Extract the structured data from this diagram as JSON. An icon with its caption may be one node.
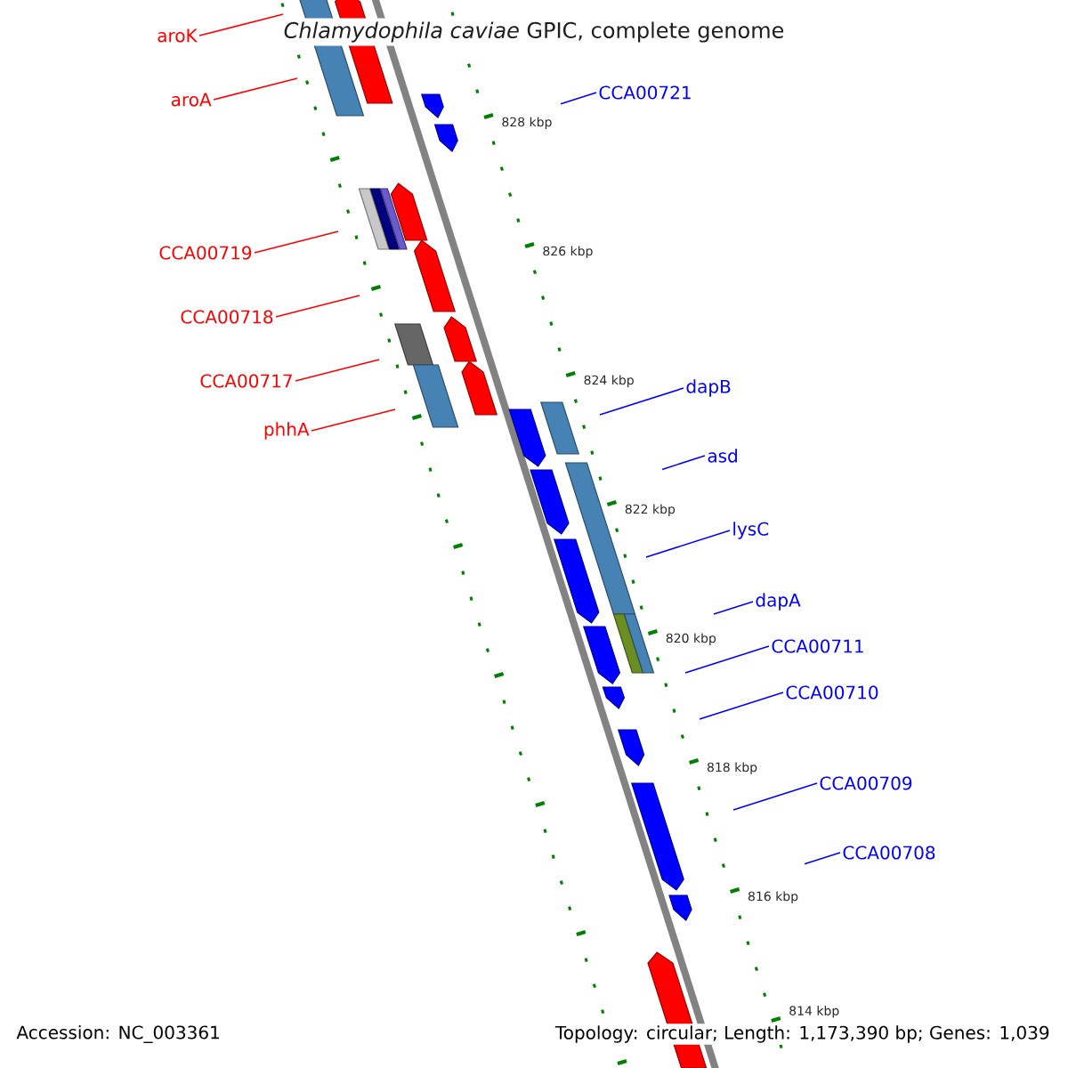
{
  "diagram": {
    "title": "*Chlamydophila caviae* GPIC, complete genome",
    "nodes": [
      {
        "text": [
          "aroK"
        ]
      },
      {
        "text": [
          "aroA"
        ]
      },
      {
        "text": [
          "CCA00719"
        ]
      },
      {
        "text": [
          "CCA00718"
        ]
      },
      {
        "text": [
          "CCA00717"
        ]
      },
      {
        "text": [
          "phhA"
        ]
      },
      {
        "text": [
          "CCA00721"
        ]
      },
      {
        "text": [
          "dapB"
        ]
      },
      {
        "text": [
          "asd"
        ]
      },
      {
        "text": [
          "lysC"
        ]
      },
      {
        "text": [
          "dapA"
        ]
      },
      {
        "text": [
          "CCA00711"
        ]
      },
      {
        "text": [
          "CCA00710"
        ]
      },
      {
        "text": [
          "CCA00709"
        ]
      },
      {
        "text": [
          "CCA00708"
        ]
      }
    ],
    "edges": [
      {
        "from": 0,
        "to": null,
        "arrow": "none",
        "color": "#ff0000"
      },
      {
        "from": 1,
        "to": null,
        "arrow": "none",
        "color": "#ff0000"
      },
      {
        "from": 2,
        "to": null,
        "arrow": "none",
        "color": "#ff0000"
      },
      {
        "from": 3,
        "to": null,
        "arrow": "none",
        "color": "#ff0000"
      },
      {
        "from": 4,
        "to": null,
        "arrow": "none",
        "color": "#ff0000"
      },
      {
        "from": 5,
        "to": null,
        "arrow": "none",
        "color": "#ff0000"
      },
      {
        "from": 6,
        "to": null,
        "arrow": "none",
        "color": "#0000ff"
      },
      {
        "from": 7,
        "to": null,
        "arrow": "none",
        "color": "#0000ff"
      },
      {
        "from": 8,
        "to": null,
        "arrow": "none",
        "color": "#0000ff"
      },
      {
        "from": 9,
        "to": null,
        "arrow": "none",
        "color": "#0000ff"
      },
      {
        "from": 10,
        "to": null,
        "arrow": "none",
        "color": "#0000ff"
      },
      {
        "from": 11,
        "to": null,
        "arrow": "none",
        "color": "#0000ff"
      },
      {
        "from": 12,
        "to": null,
        "arrow": "none",
        "color": "#0000ff"
      },
      {
        "from": 13,
        "to": null,
        "arrow": "none",
        "color": "#0000ff"
      },
      {
        "from": 14,
        "to": null,
        "arrow": "none",
        "color": "#0000ff"
      }
    ],
    "labels": [
      "828 kbp",
      "826 kbp",
      "824 kbp",
      "822 kbp",
      "820 kbp",
      "818 kbp",
      "816 kbp",
      "814 kbp",
      "Accession: NC_003361",
      "Topology: circular; Length: 1,173,390 bp; Genes: 1,039"
    ]
  }
}
